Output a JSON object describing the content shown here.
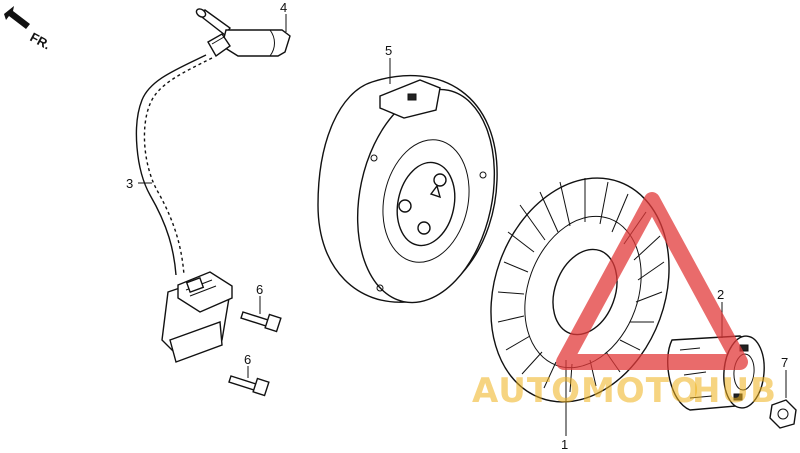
{
  "direction_label": "FR.",
  "callouts": [
    {
      "id": "1",
      "text": "1"
    },
    {
      "id": "2",
      "text": "2"
    },
    {
      "id": "3",
      "text": "3"
    },
    {
      "id": "4",
      "text": "4"
    },
    {
      "id": "5",
      "text": "5"
    },
    {
      "id": "6a",
      "text": "6"
    },
    {
      "id": "6b",
      "text": "6"
    },
    {
      "id": "7",
      "text": "7"
    }
  ],
  "watermark": {
    "text_left": "AUTOMOTO",
    "text_right": "HUB",
    "color": "#e23a3a",
    "accent": "#f0b21c"
  }
}
